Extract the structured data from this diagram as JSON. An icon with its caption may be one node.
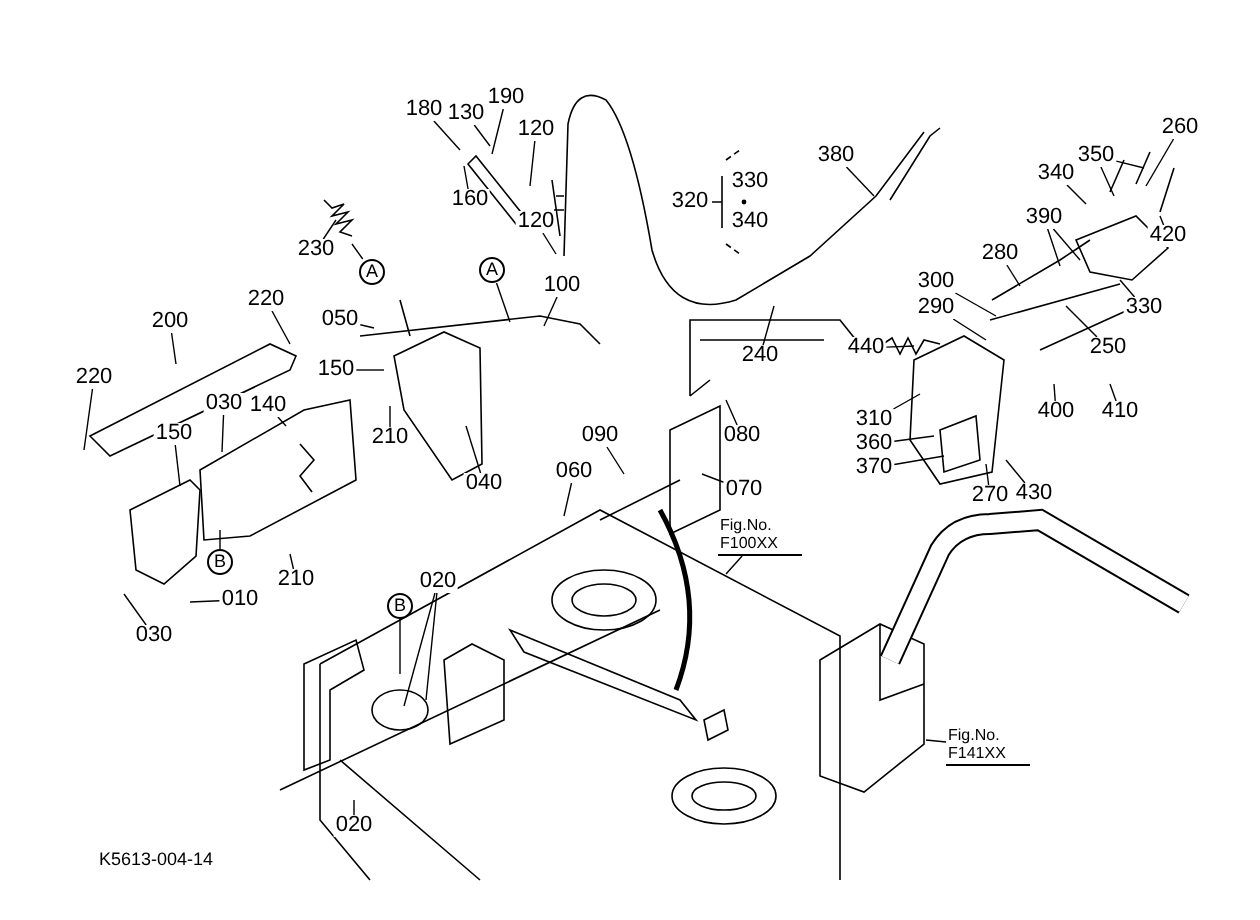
{
  "diagram": {
    "nodes": [
      {
        "text": [
          "180"
        ]
      },
      {
        "text": [
          "130"
        ]
      },
      {
        "text": [
          "190"
        ]
      },
      {
        "text": [
          "120"
        ]
      },
      {
        "text": [
          "160"
        ]
      },
      {
        "text": [
          "120"
        ]
      },
      {
        "text": [
          "230"
        ]
      },
      {
        "text": [
          "A"
        ]
      },
      {
        "text": [
          "A"
        ]
      },
      {
        "text": [
          "100"
        ]
      },
      {
        "text": [
          "380"
        ]
      },
      {
        "text": [
          "350"
        ]
      },
      {
        "text": [
          "260"
        ]
      },
      {
        "text": [
          "340"
        ]
      },
      {
        "text": [
          "390"
        ]
      },
      {
        "text": [
          "420"
        ]
      },
      {
        "text": [
          "280"
        ]
      },
      {
        "text": [
          "300"
        ]
      },
      {
        "text": [
          "290"
        ]
      },
      {
        "text": [
          "330"
        ]
      },
      {
        "text": [
          "250"
        ]
      },
      {
        "text": [
          "440"
        ]
      },
      {
        "text": [
          "240"
        ]
      },
      {
        "text": [
          "200"
        ]
      },
      {
        "text": [
          "220"
        ]
      },
      {
        "text": [
          "050"
        ]
      },
      {
        "text": [
          "150"
        ]
      },
      {
        "text": [
          "220"
        ]
      },
      {
        "text": [
          "030"
        ]
      },
      {
        "text": [
          "140"
        ]
      },
      {
        "text": [
          "150"
        ]
      },
      {
        "text": [
          "210"
        ]
      },
      {
        "text": [
          "310"
        ]
      },
      {
        "text": [
          "400"
        ]
      },
      {
        "text": [
          "410"
        ]
      },
      {
        "text": [
          "080"
        ]
      },
      {
        "text": [
          "090"
        ]
      },
      {
        "text": [
          "360"
        ]
      },
      {
        "text": [
          "370"
        ]
      },
      {
        "text": [
          "060"
        ]
      },
      {
        "text": [
          "040"
        ]
      },
      {
        "text": [
          "070"
        ]
      },
      {
        "text": [
          "270"
        ]
      },
      {
        "text": [
          "430"
        ]
      },
      {
        "text": [
          "Fig.No. F100XX"
        ]
      },
      {
        "text": [
          "B"
        ]
      },
      {
        "text": [
          "210"
        ]
      },
      {
        "text": [
          "010"
        ]
      },
      {
        "text": [
          "B"
        ]
      },
      {
        "text": [
          "020"
        ]
      },
      {
        "text": [
          "030"
        ]
      },
      {
        "text": [
          "Fig.No. F141XX"
        ]
      },
      {
        "text": [
          "020"
        ]
      }
    ],
    "edges": [
      {
        "from": 0,
        "to": null,
        "arrow": "none"
      },
      {
        "from": 1,
        "to": null,
        "arrow": "none"
      },
      {
        "from": 2,
        "to": null,
        "arrow": "none"
      },
      {
        "from": 3,
        "to": null,
        "arrow": "none"
      },
      {
        "from": 4,
        "to": null,
        "arrow": "none"
      },
      {
        "from": 5,
        "to": null,
        "arrow": "none"
      },
      {
        "from": 6,
        "to": null,
        "arrow": "none"
      },
      {
        "from": 7,
        "to": null,
        "arrow": "none"
      },
      {
        "from": 8,
        "to": null,
        "arrow": "none"
      },
      {
        "from": 9,
        "to": null,
        "arrow": "none"
      },
      {
        "from": 10,
        "to": null,
        "arrow": "none"
      },
      {
        "from": 11,
        "to": null,
        "arrow": "none"
      },
      {
        "from": 11,
        "to": null,
        "arrow": "none"
      },
      {
        "from": 12,
        "to": null,
        "arrow": "none"
      },
      {
        "from": 13,
        "to": null,
        "arrow": "none"
      },
      {
        "from": 14,
        "to": null,
        "arrow": "none"
      },
      {
        "from": 14,
        "to": null,
        "arrow": "none"
      },
      {
        "from": 15,
        "to": null,
        "arrow": "none"
      },
      {
        "from": 16,
        "to": null,
        "arrow": "none"
      },
      {
        "from": 17,
        "to": null,
        "arrow": "none"
      },
      {
        "from": 18,
        "to": null,
        "arrow": "none"
      },
      {
        "from": 19,
        "to": null,
        "arrow": "none"
      },
      {
        "from": 20,
        "to": null,
        "arrow": "none"
      },
      {
        "from": 21,
        "to": null,
        "arrow": "none"
      },
      {
        "from": 22,
        "to": null,
        "arrow": "none"
      },
      {
        "from": 23,
        "to": null,
        "arrow": "none"
      },
      {
        "from": 24,
        "to": null,
        "arrow": "none"
      },
      {
        "from": 25,
        "to": null,
        "arrow": "none"
      },
      {
        "from": 26,
        "to": null,
        "arrow": "none"
      },
      {
        "from": 27,
        "to": null,
        "arrow": "none"
      },
      {
        "from": 28,
        "to": null,
        "arrow": "none"
      },
      {
        "from": 29,
        "to": null,
        "arrow": "none"
      },
      {
        "from": 30,
        "to": null,
        "arrow": "none"
      },
      {
        "from": 31,
        "to": null,
        "arrow": "none"
      },
      {
        "from": 32,
        "to": null,
        "arrow": "none"
      },
      {
        "from": 33,
        "to": null,
        "arrow": "none"
      },
      {
        "from": 34,
        "to": null,
        "arrow": "none"
      },
      {
        "from": 35,
        "to": null,
        "arrow": "none"
      },
      {
        "from": 36,
        "to": null,
        "arrow": "none"
      },
      {
        "from": 37,
        "to": null,
        "arrow": "none"
      },
      {
        "from": 38,
        "to": null,
        "arrow": "none"
      },
      {
        "from": 39,
        "to": null,
        "arrow": "none"
      },
      {
        "from": 40,
        "to": null,
        "arrow": "none"
      },
      {
        "from": 41,
        "to": null,
        "arrow": "none"
      },
      {
        "from": 42,
        "to": null,
        "arrow": "none"
      },
      {
        "from": 43,
        "to": null,
        "arrow": "none"
      },
      {
        "from": 44,
        "to": null,
        "arrow": "none"
      },
      {
        "from": 45,
        "to": null,
        "arrow": "none"
      },
      {
        "from": 46,
        "to": null,
        "arrow": "none"
      },
      {
        "from": 47,
        "to": null,
        "arrow": "none"
      },
      {
        "from": 48,
        "to": null,
        "arrow": "none"
      },
      {
        "from": 49,
        "to": null,
        "arrow": "none"
      },
      {
        "from": 49,
        "to": null,
        "arrow": "none"
      },
      {
        "from": 50,
        "to": null,
        "arrow": "none"
      },
      {
        "from": 51,
        "to": null,
        "arrow": "none"
      },
      {
        "from": 52,
        "to": null,
        "arrow": "none"
      }
    ],
    "labels": [
      "320",
      "330",
      "340",
      "K5613-004-14"
    ]
  }
}
